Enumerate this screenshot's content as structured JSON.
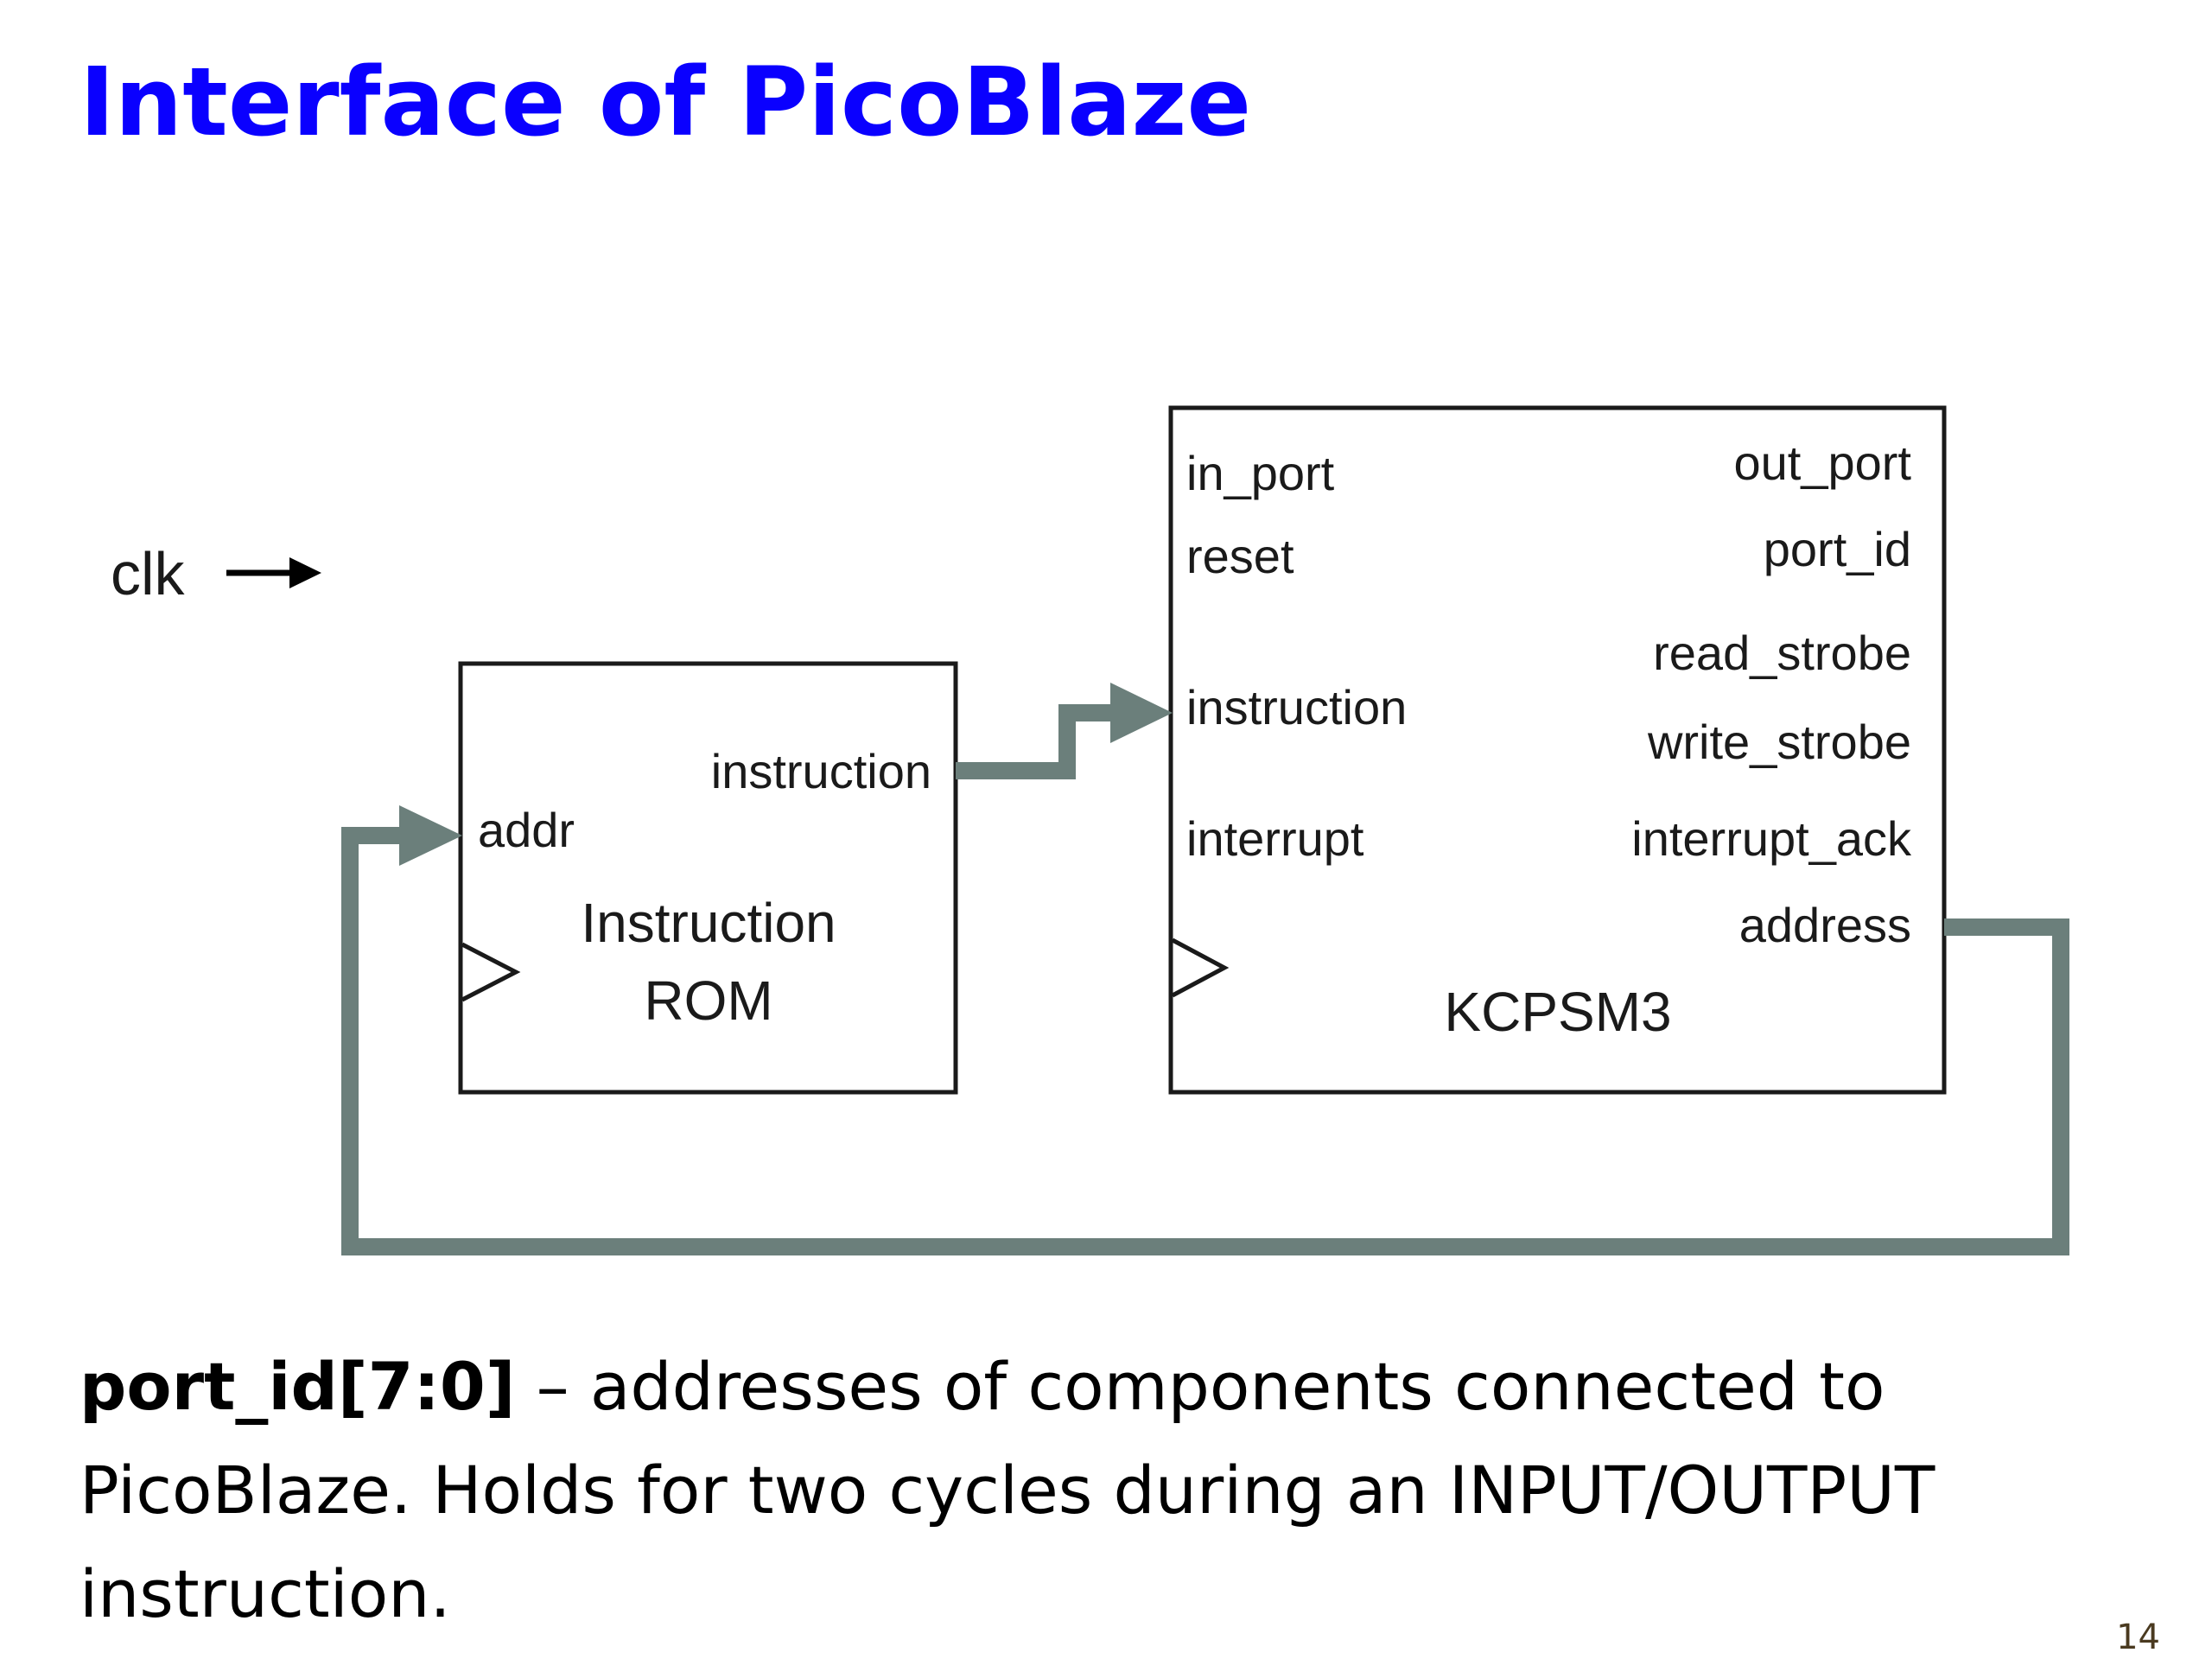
{
  "slide": {
    "title": "Interface of PicoBlaze",
    "page_number": "14"
  },
  "diagram": {
    "clk_label": "clk",
    "rom": {
      "name_line1": "Instruction",
      "name_line2": "ROM",
      "port_instruction": "instruction",
      "port_addr": "addr"
    },
    "kcpsm3": {
      "name": "KCPSM3",
      "inputs": [
        "in_port",
        "reset",
        "instruction",
        "interrupt"
      ],
      "outputs": [
        "out_port",
        "port_id",
        "read_strobe",
        "write_strobe",
        "interrupt_ack",
        "address"
      ]
    },
    "colors": {
      "wire": "#6b7f7b",
      "title": "#0a00ff",
      "block_border": "#1a1a1a"
    }
  },
  "description": {
    "term": "port_id[7:0]",
    "text": " – addresses of components connected to PicoBlaze.  Holds for two cycles during an INPUT/OUTPUT instruction."
  }
}
